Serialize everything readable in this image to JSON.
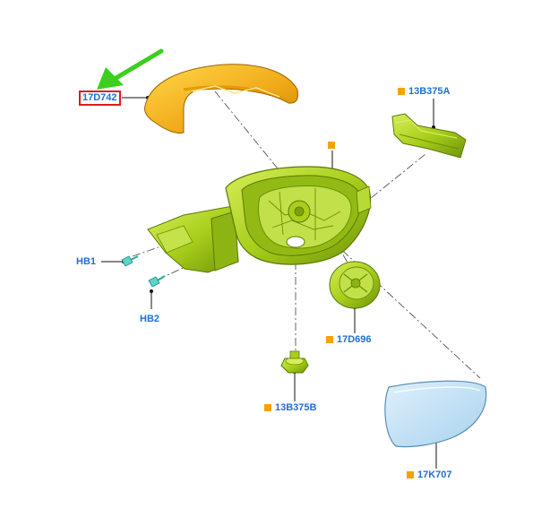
{
  "diagram": {
    "highlighted_part": "17D742",
    "callouts": {
      "cap": "17D742",
      "turn_signal": "13B375A",
      "screw1": "HB1",
      "screw2": "HB2",
      "motor": "17D696",
      "puddle_lamp": "13B375B",
      "glass": "17K707"
    },
    "colors": {
      "callout_text": "#1f6fd1",
      "marker": "#f5a300",
      "highlight_border": "#e01b1b",
      "pointer_arrow": "#3ccf1e",
      "cap_fill": "#f2b81c",
      "housing_fill": "#a8cf1a",
      "glass_fill": "#bfe0f5"
    }
  }
}
